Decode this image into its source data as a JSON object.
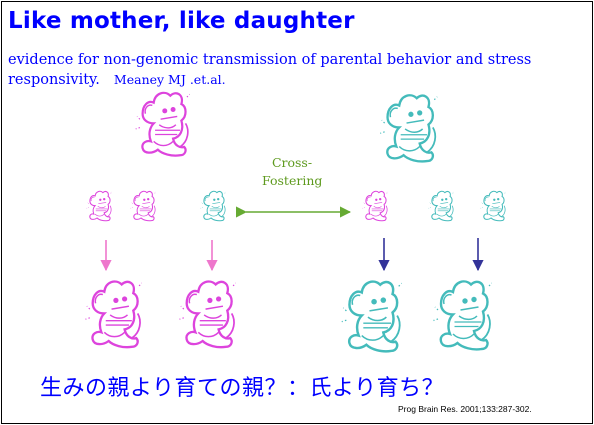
{
  "slide": {
    "title": "Like mother, like daughter",
    "subtitle": "evidence for non-genomic transmission of parental behavior and stress responsivity.",
    "authors": "Meaney MJ .et.al.",
    "cross_fostering_label": "Cross-Fostering",
    "japanese_caption": "生みの親より育ての親？：氏より育ち？",
    "citation": "Prog Brain Res. 2001;133:287-302."
  },
  "colors": {
    "title": "#0000ff",
    "pink_mouse": "#dd44dd",
    "cyan_mouse": "#44bbbb",
    "pink_arrow": "#ee77cc",
    "blue_arrow": "#333399",
    "cross_arrow": "#66aa33"
  },
  "icons": {
    "mouse": "cartoon-mouse-icon"
  }
}
